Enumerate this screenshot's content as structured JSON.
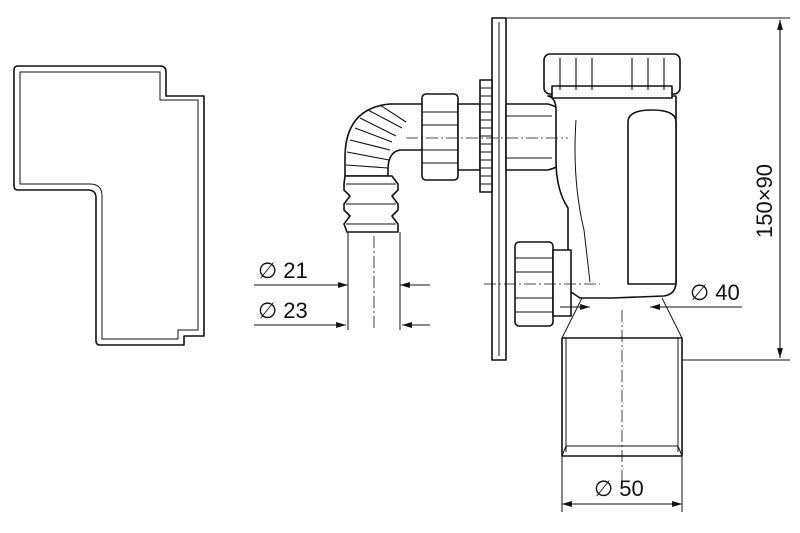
{
  "dimensions": {
    "d21": "∅ 21",
    "d23": "∅ 23",
    "d40": "∅ 40",
    "d50": "∅ 50",
    "size": "150×90"
  }
}
